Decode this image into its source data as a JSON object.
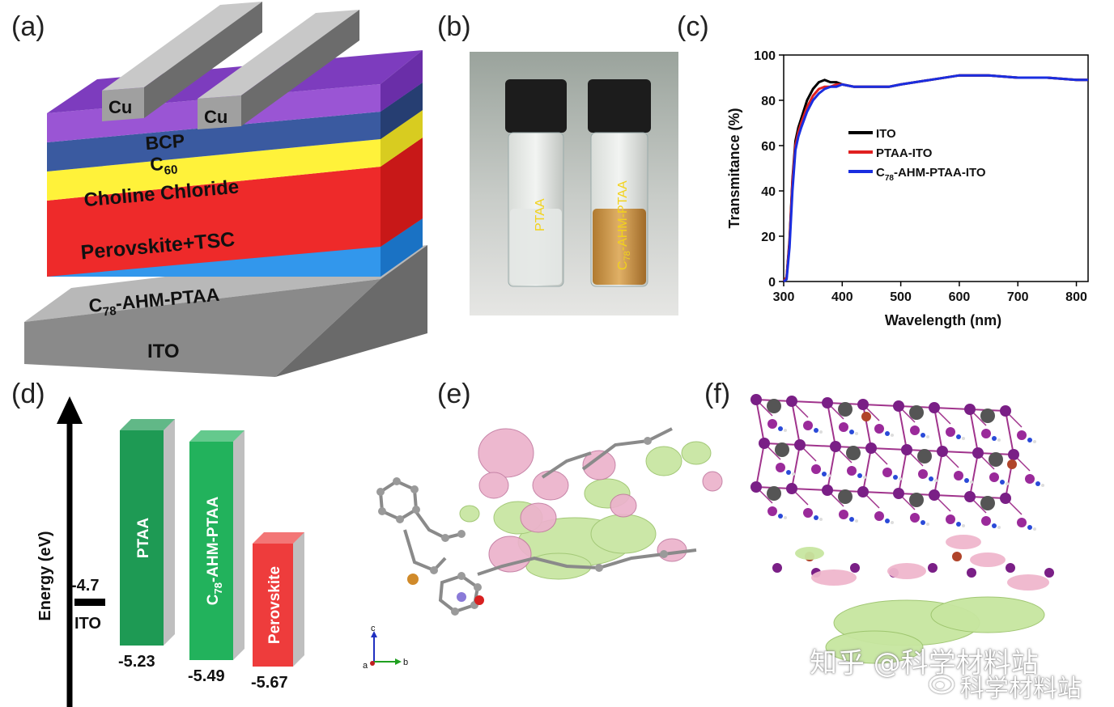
{
  "panels": {
    "a": "(a)",
    "b": "(b)",
    "c": "(c)",
    "d": "(d)",
    "e": "(e)",
    "f": "(f)"
  },
  "device": {
    "electrode_left": "Cu",
    "electrode_right": "Cu",
    "layers": {
      "bcp": "BCP",
      "c60": "C",
      "c60_sub": "60",
      "choline": "Choline Chloride",
      "perovskite": "Perovskite+TSC",
      "htl_pre": "C",
      "htl_sub": "78",
      "htl_post": "-AHM-PTAA",
      "ito": "ITO"
    },
    "colors": {
      "cu": "#8c8c8c",
      "bcp": "#8b42c8",
      "c60": "#2f4f8f",
      "choline": "#fff23a",
      "perovskite": "#ee2a2a",
      "htl": "#2a8ee8",
      "ito": "#909090"
    }
  },
  "photo": {
    "vial_left_label": "PTAA",
    "vial_right_label_pre": "C",
    "vial_right_label_sub": "78",
    "vial_right_label_post": "-AHM-PTAA",
    "label_color": "#f2d21a",
    "solution_color": "#d49a4a"
  },
  "chart_data": {
    "type": "line",
    "xlabel": "Wavelength (nm)",
    "ylabel": "Transmitance (%)",
    "xlim": [
      300,
      820
    ],
    "ylim": [
      0,
      100
    ],
    "xticks": [
      300,
      400,
      500,
      600,
      700,
      800
    ],
    "yticks": [
      0,
      20,
      40,
      60,
      80,
      100
    ],
    "legend_position": "center-left",
    "series": [
      {
        "name": "ITO",
        "color": "#000000",
        "x": [
          300,
          305,
          310,
          315,
          320,
          325,
          330,
          340,
          350,
          360,
          370,
          380,
          390,
          400,
          420,
          450,
          480,
          500,
          550,
          600,
          650,
          700,
          750,
          800,
          820
        ],
        "y": [
          0,
          2,
          18,
          45,
          62,
          68,
          72,
          80,
          85,
          88,
          89,
          88,
          88,
          87,
          86,
          86,
          86,
          87,
          89,
          91,
          91,
          90,
          90,
          89,
          89
        ]
      },
      {
        "name": "PTAA-ITO",
        "color": "#e02020",
        "x": [
          300,
          305,
          310,
          315,
          320,
          325,
          330,
          340,
          350,
          360,
          370,
          380,
          390,
          400,
          420,
          450,
          480,
          500,
          550,
          600,
          650,
          700,
          750,
          800,
          820
        ],
        "y": [
          0,
          2,
          17,
          44,
          60,
          66,
          70,
          77,
          82,
          85,
          86,
          86,
          87,
          87,
          86,
          86,
          86,
          87,
          89,
          91,
          91,
          90,
          90,
          89,
          89
        ]
      },
      {
        "name": "C78-AHM-PTAA-ITO",
        "name_pre": "C",
        "name_sub": "78",
        "name_post": "-AHM-PTAA-ITO",
        "color": "#1a2ee0",
        "x": [
          300,
          305,
          310,
          315,
          320,
          325,
          330,
          340,
          350,
          360,
          370,
          380,
          390,
          400,
          420,
          450,
          480,
          500,
          550,
          600,
          650,
          700,
          750,
          800,
          820
        ],
        "y": [
          0,
          1,
          15,
          40,
          58,
          64,
          68,
          75,
          80,
          83,
          85,
          86,
          86,
          87,
          86,
          86,
          86,
          87,
          89,
          91,
          91,
          90,
          90,
          89,
          89
        ]
      }
    ]
  },
  "energy": {
    "axis_label": "Energy (eV)",
    "ito_value": "-4.7",
    "ito_label": "ITO",
    "bars": [
      {
        "label": "PTAA",
        "value_text": "-5.23",
        "value": -5.23,
        "color": "#1e9a54"
      },
      {
        "label_pre": "C",
        "label_sub": "78",
        "label_post": "-AHM-PTAA",
        "value_text": "-5.49",
        "value": -5.49,
        "color": "#22b25c"
      },
      {
        "label": "Perovskite",
        "value_text": "-5.67",
        "value": -5.67,
        "color": "#ee3c3c"
      }
    ]
  },
  "molecule": {
    "axis_c": "c",
    "axis_a": "a",
    "axis_b": "b"
  },
  "watermark": {
    "line1": "知乎 @科学材料站",
    "line2": "科学材料站"
  }
}
